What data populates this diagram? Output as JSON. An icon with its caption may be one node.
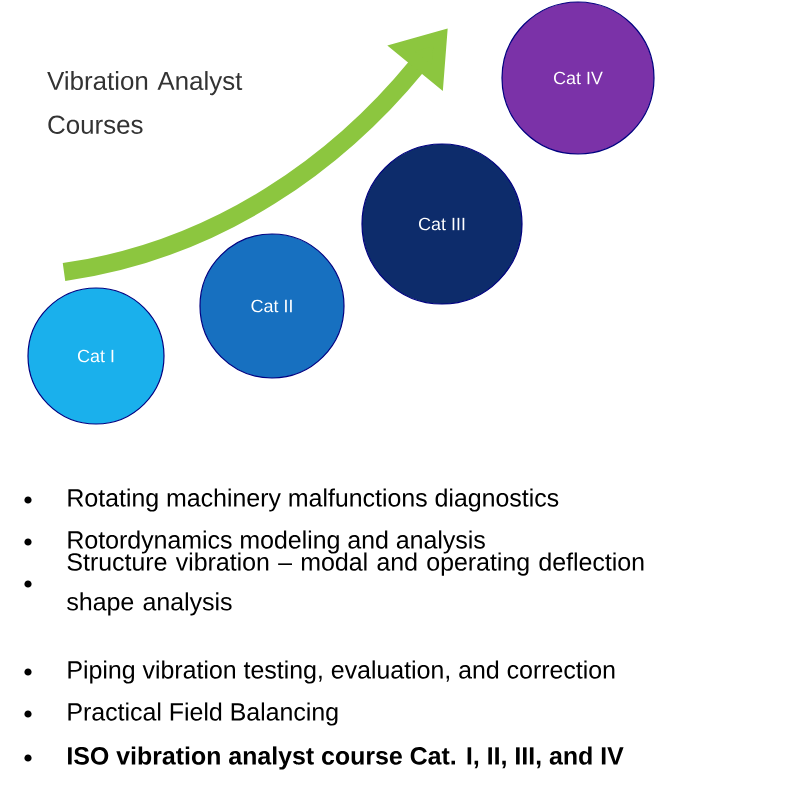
{
  "diagram": {
    "title": "Vibration Analyst Courses",
    "nodes": [
      {
        "text": [
          "Cat I"
        ]
      },
      {
        "text": [
          "Cat II"
        ]
      },
      {
        "text": [
          "Cat III"
        ]
      },
      {
        "text": [
          "Cat IV"
        ]
      }
    ],
    "labels": [
      "Rotating machinery malfunctions diagnostics",
      "Rotordynamics modeling and analysis",
      "Structure vibration – modal and operating deflection shape analysis",
      "Piping vibration testing, evaluation, and correction",
      "Practical Field Balancing",
      "ISO vibration analyst course Cat. I, II, III, and IV"
    ]
  }
}
